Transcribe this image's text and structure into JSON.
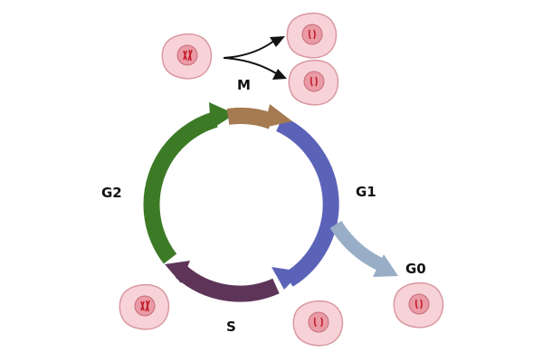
{
  "phases": {
    "m": "M",
    "g1": "G1",
    "g0": "G0",
    "s": "S",
    "g2": "G2"
  },
  "colors": {
    "m_arc": "#a67b52",
    "g1_arc": "#5b63b8",
    "g0_arrow": "#97aec6",
    "s_arc": "#5e3558",
    "g2_arc": "#3d7a26",
    "cell_fill": "#f7d3d8",
    "cell_stroke": "#d9989f",
    "nucleus_fill": "#ea9aa5",
    "nucleus_stroke": "#c46d79",
    "chromosome": "#c31d2b",
    "division_arrow": "#111111"
  },
  "icons": {
    "cell": "cell-icon",
    "division": "division-arrow-icon"
  }
}
